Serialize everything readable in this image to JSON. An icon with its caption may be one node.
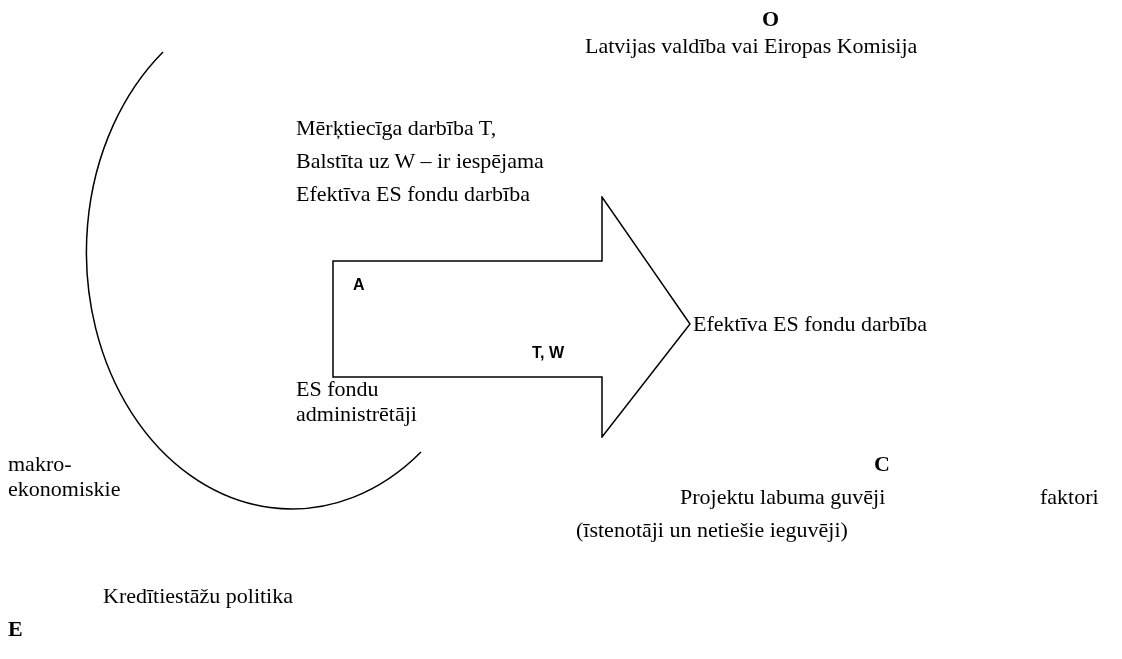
{
  "diagram": {
    "nodes": [
      {
        "text": [
          "A",
          "T, W"
        ]
      }
    ],
    "labels": [
      "O",
      "Latvijas valdība vai Eiropas Komisija",
      "Mērķtiecīga darbība T,",
      "Balstīta uz W – ir iespējama",
      "Efektīva ES fondu darbība",
      "Efektīva ES fondu darbība",
      "ES fondu administrētāji",
      "makro- ekonomiskie",
      "C",
      "Projektu labuma guvēji",
      "faktori",
      "(īstenotāji un netiešie ieguvēji)",
      "Kredītiestāžu politika",
      "E"
    ]
  }
}
